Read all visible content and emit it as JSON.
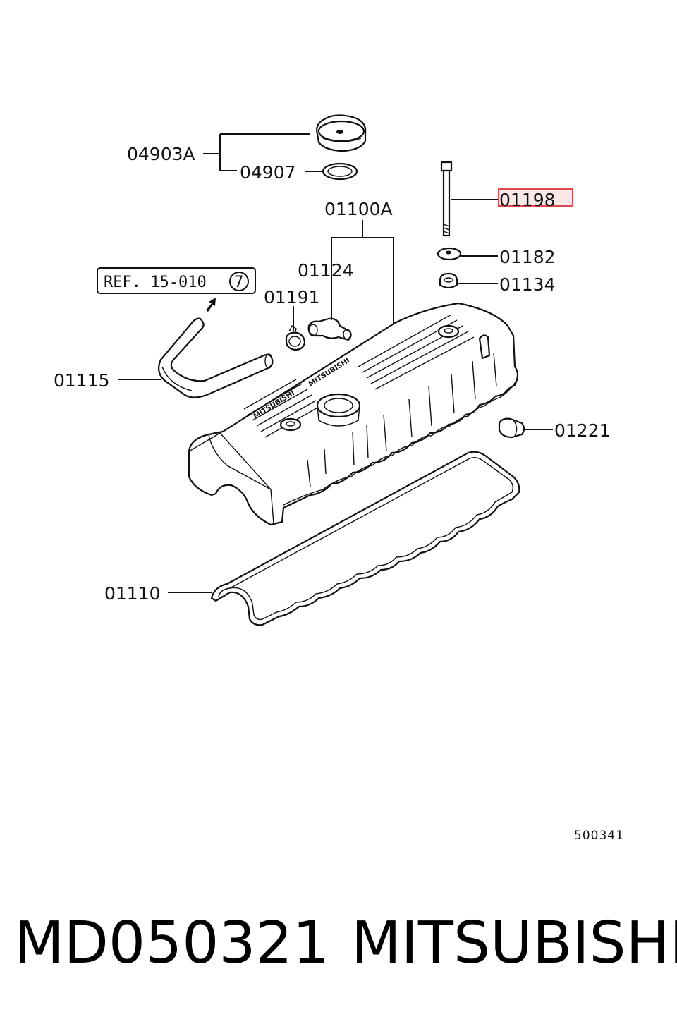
{
  "labels": {
    "p04903a": "04903A",
    "p04907": "04907",
    "p01100a": "01100A",
    "p01198": "01198",
    "p01182": "01182",
    "p01134": "01134",
    "p01124": "01124",
    "p01191": "01191",
    "p01115": "01115",
    "p01221": "01221",
    "p01110": "01110"
  },
  "reference": {
    "text": "REF. 15-010",
    "circled_number": "7"
  },
  "highlight_color": "#e0484e",
  "drawing_number": "500341",
  "footer": {
    "part_number": "MD050321",
    "brand": "MITSUBISHI"
  }
}
